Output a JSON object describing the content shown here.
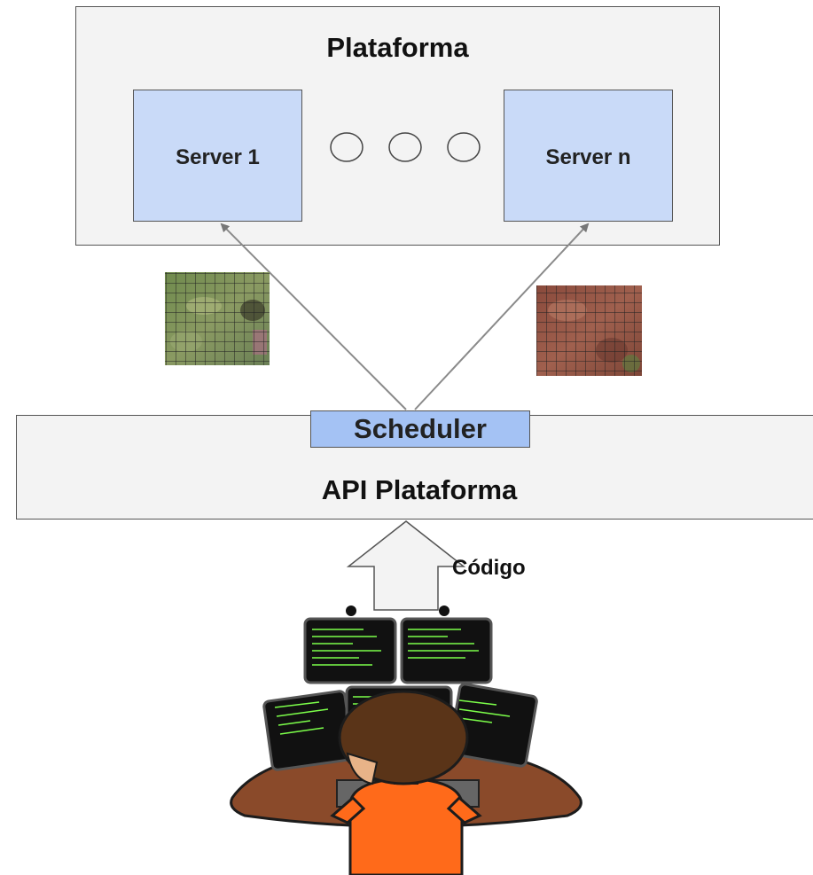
{
  "platform": {
    "title": "Plataforma"
  },
  "servers": [
    {
      "label": "Server 1"
    },
    {
      "label": "Server n"
    }
  ],
  "ellipsis_count": 3,
  "scheduler": {
    "label": "Scheduler"
  },
  "api": {
    "title": "API Plataforma"
  },
  "upload": {
    "label": "Código"
  },
  "colors": {
    "container_fill": "#f3f3f3",
    "server_fill": "#c9daf8",
    "scheduler_fill": "#a4c2f4",
    "stroke": "#555555",
    "code_text": "#7cff4a",
    "shirt": "#ff6a1a",
    "desk": "#8a4a2a"
  },
  "icons": [
    "satellite-tile-green-icon",
    "satellite-tile-red-icon",
    "developer-at-monitors-icon",
    "upload-arrow-icon"
  ]
}
